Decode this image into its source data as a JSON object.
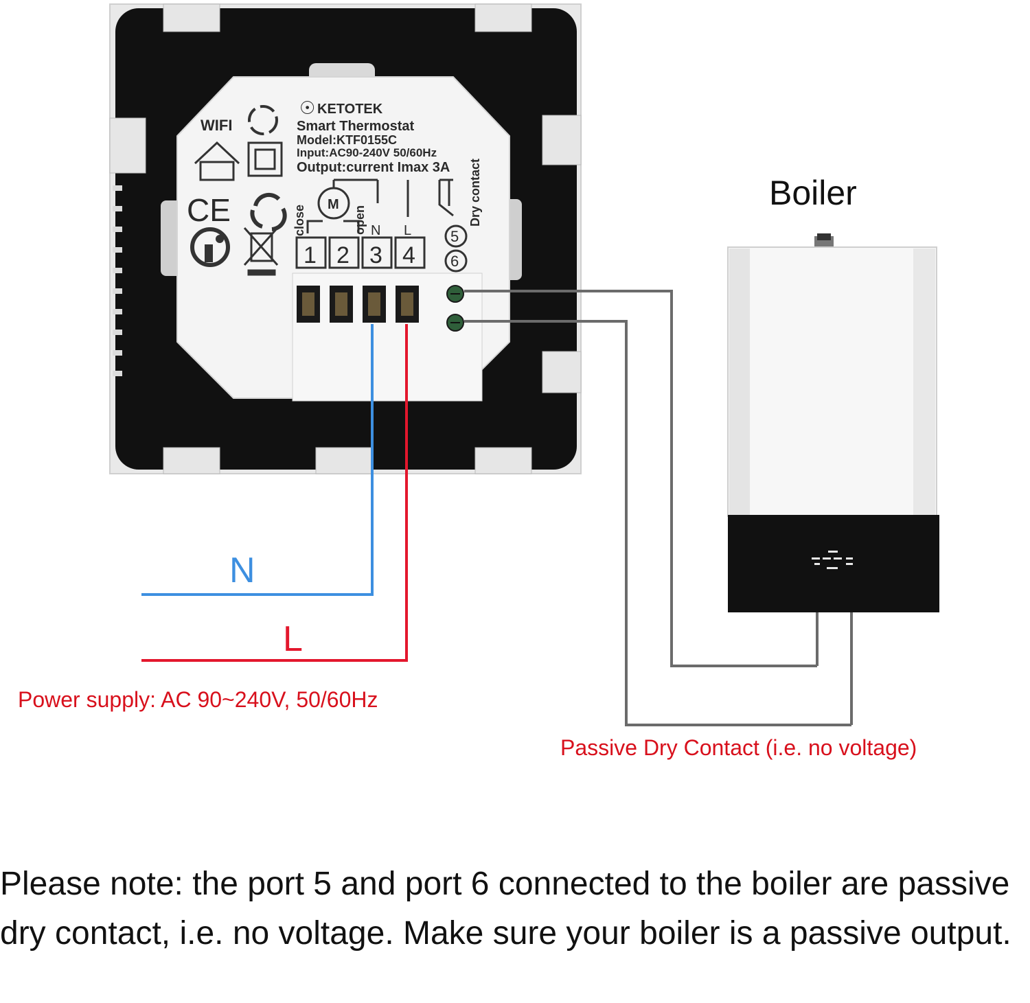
{
  "colors": {
    "neutral": "#3d8fe0",
    "live": "#e3172d",
    "dry_wire": "#6b6b6b",
    "caption_red": "#d8101c",
    "panel_black": "#111111",
    "module_white": "#f4f4f4"
  },
  "thermostat": {
    "brand": "KETOTEK",
    "product": "Smart Thermostat",
    "model": "Model:KTF0155C",
    "input": "Input:AC90-240V 50/60Hz",
    "output": "Output:current Imax 3A",
    "wifi_label": "WIFI",
    "ce_mark": "CE",
    "terminals": [
      "1",
      "2",
      "3",
      "4"
    ],
    "dry_ports": [
      "5",
      "6"
    ],
    "label_close": "close",
    "label_open": "open",
    "label_n": "N",
    "label_l": "L",
    "label_dry_contact": "Dry contact",
    "motor_symbol": "M"
  },
  "boiler": {
    "title": "Boiler"
  },
  "wiring": {
    "n_label": "N",
    "l_label": "L",
    "power_supply": "Power supply: AC 90~240V, 50/60Hz",
    "dry_contact_caption": "Passive Dry Contact (i.e. no voltage)"
  },
  "note": "Please note: the port 5 and port 6 connected to the boiler are passive dry contact, i.e. no voltage. Make sure your boiler is a passive output."
}
